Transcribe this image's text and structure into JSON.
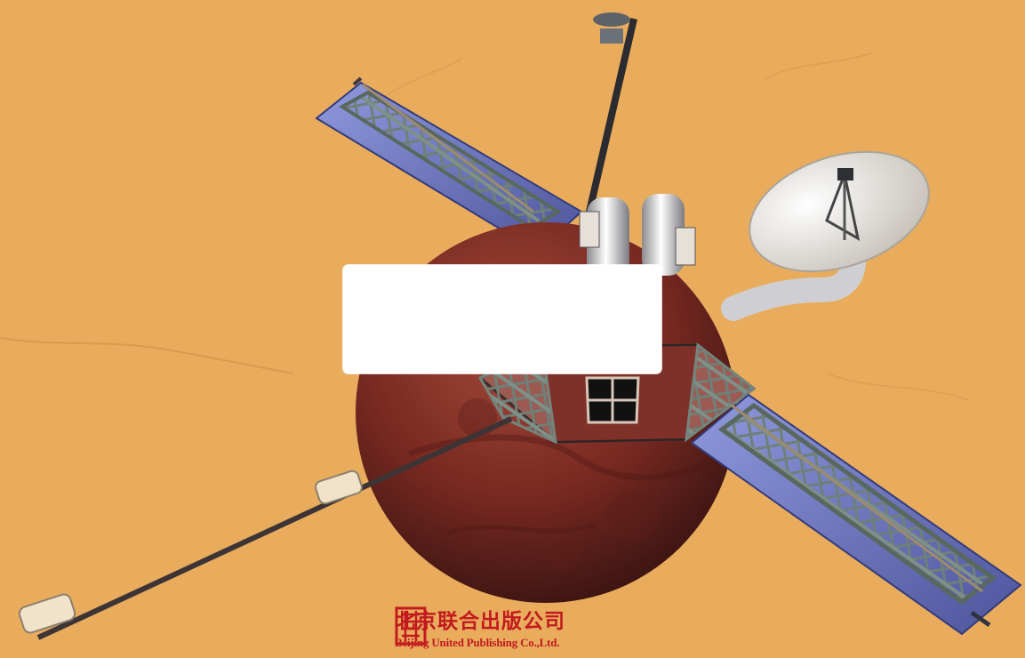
{
  "scene": {
    "subject": "spacecraft-illustration",
    "background_color": "#e9ac5c",
    "sphere_color": "#7b2a22",
    "panel_color": "#6f79c4",
    "truss_color": "#7b8c87",
    "dish_color": "#ece8e2"
  },
  "publisher": {
    "name_cn": "北京联合出版公司",
    "name_en": "Beijing United Publishing Co.,Ltd.",
    "logo_color": "#c21a1f"
  }
}
